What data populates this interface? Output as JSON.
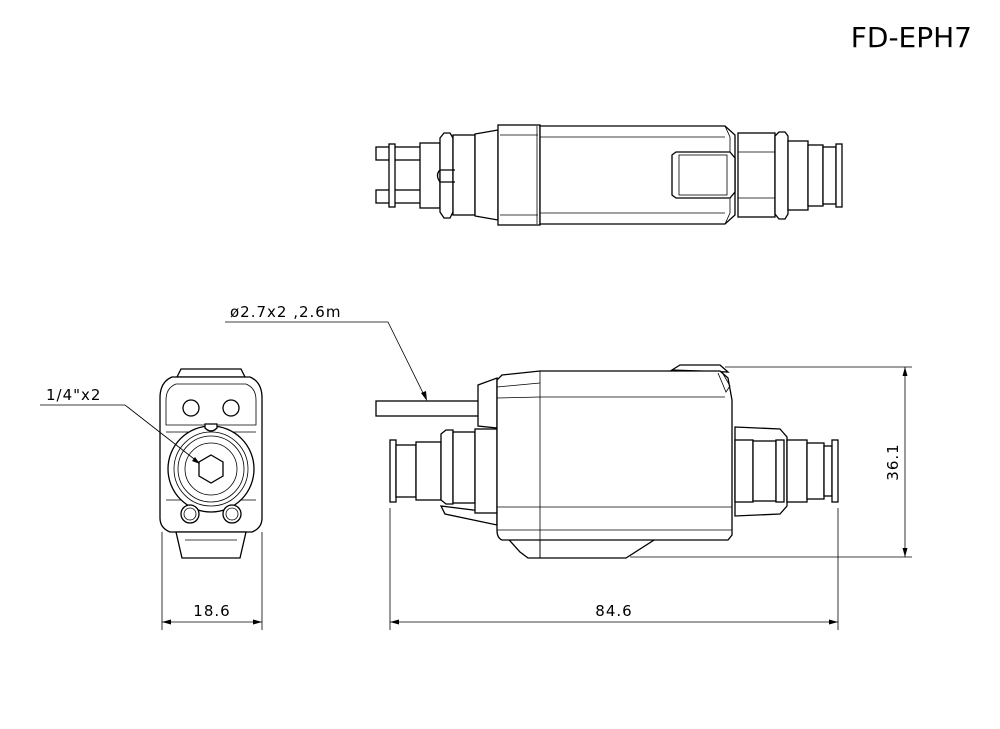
{
  "title": "FD-EPH7",
  "labels": {
    "cable_spec": "ø2.7x2 ,2.6m",
    "port_spec": "1/4\"x2"
  },
  "dimensions": {
    "width": "18.6",
    "length": "84.6",
    "height": "36.1"
  }
}
